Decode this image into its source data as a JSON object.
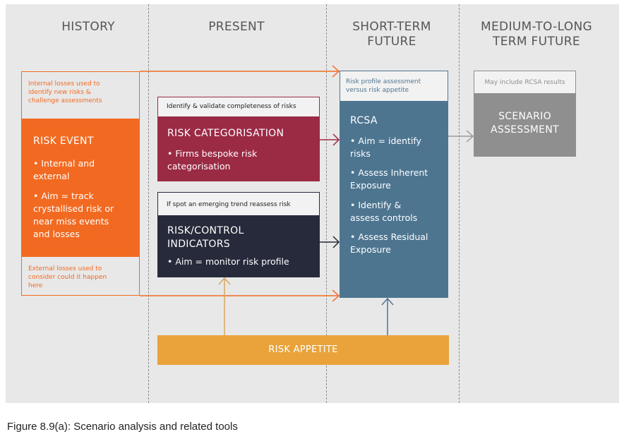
{
  "columns": {
    "history": "HISTORY",
    "present": "PRESENT",
    "short_term": "SHORT-TERM\nFUTURE",
    "medium_long": "MEDIUM-TO-LONG\nTERM FUTURE"
  },
  "risk_event": {
    "top_note": "Internal losses used to\nidentify new risks &\nchallenge assessments",
    "title": "RISK EVENT",
    "bullets": [
      "• Internal and\n  external",
      "• Aim = track\n  crystallised risk or\n  near miss events\n  and losses"
    ],
    "bottom_note": "External losses used to\nconsider could it happen\nhere"
  },
  "categorisation": {
    "note": "Identify & validate completeness of risks",
    "title": "RISK CATEGORISATION",
    "bullet": "• Firms bespoke risk\n  categorisation"
  },
  "indicators": {
    "note": "If spot an emerging trend reassess risk",
    "title": "RISK/CONTROL\nINDICATORS",
    "bullet": "• Aim = monitor risk profile"
  },
  "rcsa": {
    "note": "Risk profile assessment\nversus risk appetite",
    "title": "RCSA",
    "bullets": [
      "• Aim = identify\n  risks",
      "• Assess Inherent\n  Exposure",
      "• Identify &\n  assess controls",
      "• Assess Residual\n  Exposure"
    ]
  },
  "scenario": {
    "note": "May include RCSA results",
    "title": "SCENARIO\nASSESSMENT"
  },
  "appetite": {
    "label": "RISK APPETITE"
  },
  "caption": "Figure 8.9(a): Scenario analysis and related tools",
  "colors": {
    "orange": "#f26a21",
    "maroon": "#9b2a45",
    "navy": "#262a3a",
    "steel_blue": "#4d7590",
    "grey_box": "#8f8f8f",
    "gold": "#e9a33a",
    "background": "#e8e8e8"
  }
}
